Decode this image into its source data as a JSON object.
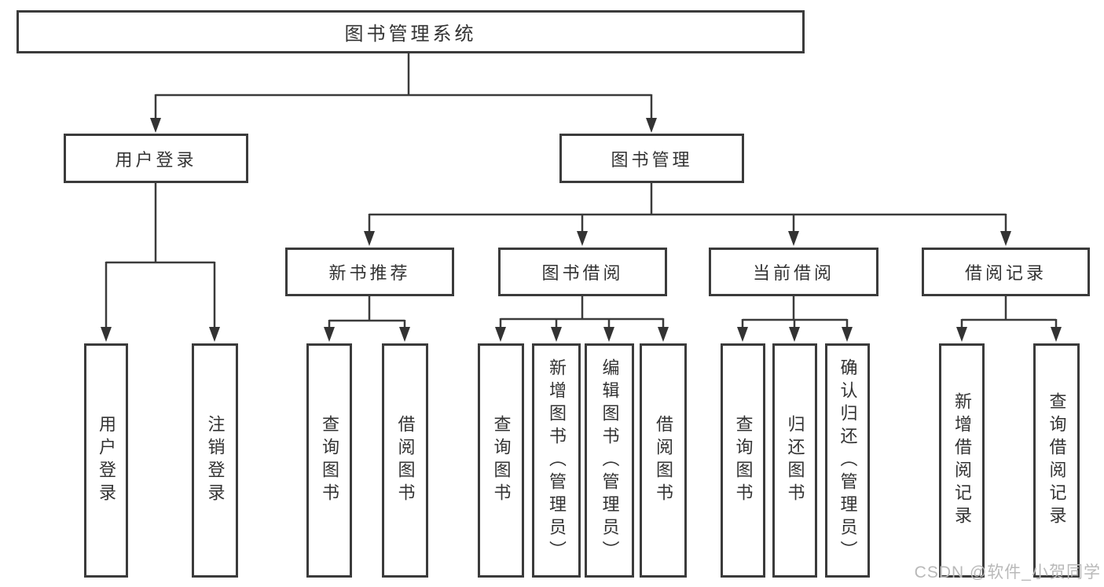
{
  "diagram": {
    "title": "图书管理系统",
    "watermark": "CSDN @软件_小贺同学",
    "colors": {
      "line": "#3b3b3b",
      "border": "#3b3b3b",
      "text": "#333333",
      "watermark_text": "#b9b9b9",
      "background": "#ffffff"
    },
    "tree": {
      "label": "图书管理系统",
      "children": [
        {
          "label": "用户登录",
          "children": [
            {
              "label": "用户登录"
            },
            {
              "label": "注销登录"
            }
          ]
        },
        {
          "label": "图书管理",
          "children": [
            {
              "label": "新书推荐",
              "children": [
                {
                  "label": "查询图书"
                },
                {
                  "label": "借阅图书"
                }
              ]
            },
            {
              "label": "图书借阅",
              "children": [
                {
                  "label": "查询图书"
                },
                {
                  "label": "新增图书（管理员）"
                },
                {
                  "label": "编辑图书（管理员）"
                },
                {
                  "label": "借阅图书"
                }
              ]
            },
            {
              "label": "当前借阅",
              "children": [
                {
                  "label": "查询图书"
                },
                {
                  "label": "归还图书"
                },
                {
                  "label": "确认归还（管理员）"
                }
              ]
            },
            {
              "label": "借阅记录",
              "children": [
                {
                  "label": "新增借阅记录"
                },
                {
                  "label": "查询借阅记录"
                }
              ]
            }
          ]
        }
      ]
    }
  }
}
